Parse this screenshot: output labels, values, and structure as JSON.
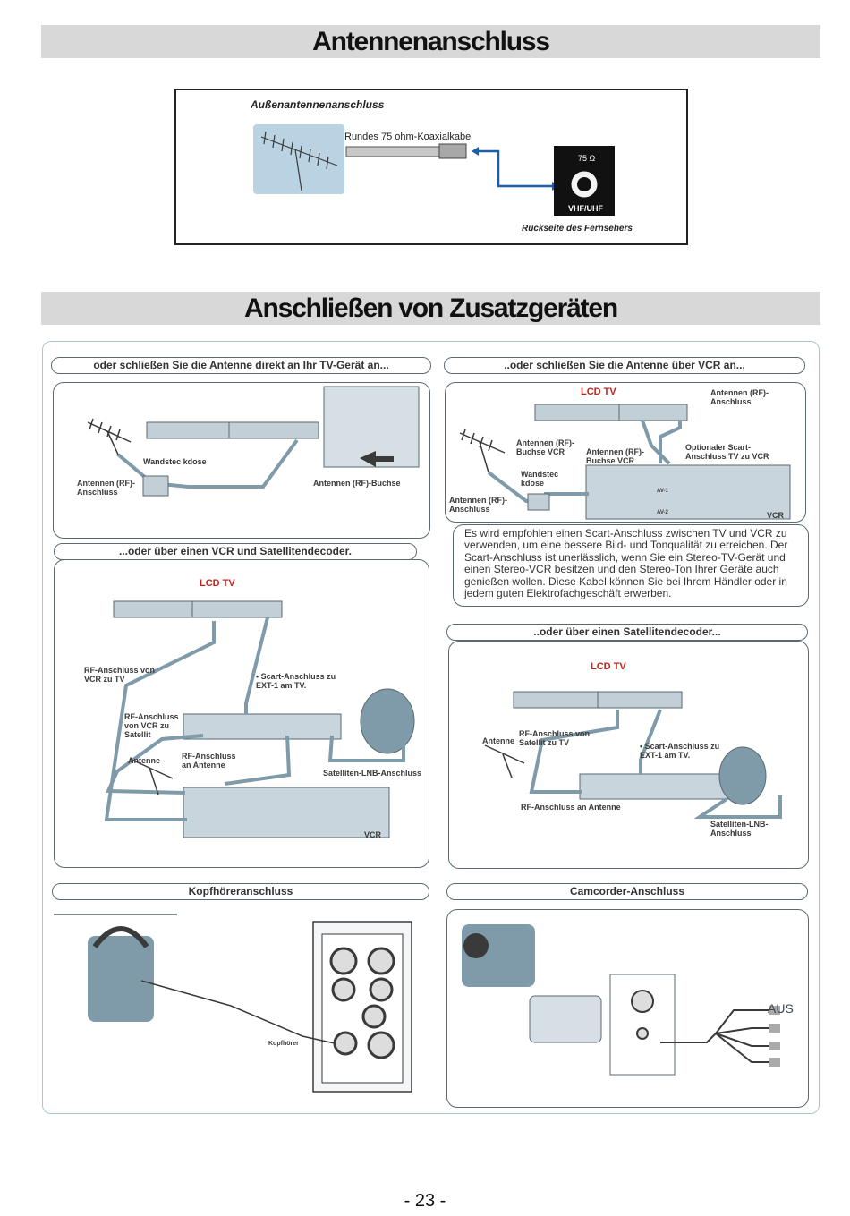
{
  "page": {
    "title_antenna": "Antennenanschluss",
    "title_devices": "Anschließen von Zusatzgeräten",
    "page_number": "- 23 -"
  },
  "antenna_box": {
    "heading": "Außenantennenanschluss",
    "cable_label": "Rundes 75 ohm-Koaxialkabel",
    "ohm_label": "75 Ω",
    "port_label": "VHF/UHF",
    "caption": "Rückseite des Fernsehers"
  },
  "direct": {
    "pill": "oder schließen Sie die Antenne direkt an Ihr TV-Gerät an...",
    "wall_socket": "Wandstec kdose",
    "rf_connection": "Antennen (RF)- Anschluss",
    "rf_jack": "Antennen (RF)-Buchse"
  },
  "via_vcr": {
    "pill": "..oder schließen Sie die Antenne über VCR an...",
    "lcd_tv": "LCD TV",
    "rf_connection_top": "Antennen (RF)- Anschluss",
    "rf_jack_vcr_left": "Antennen (RF)- Buchse VCR",
    "rf_jack_vcr_mid": "Antennen (RF)- Buchse VCR",
    "optional_scart": "Optionaler Scart- Anschluss TV zu VCR",
    "wall_socket": "Wandstec kdose",
    "rf_connection_bottom": "Antennen (RF)- Anschluss",
    "vcr": "VCR",
    "av1": "AV-1",
    "av2": "AV-2"
  },
  "info_text": "Es wird empfohlen einen Scart-Anschluss zwischen TV und VCR zu verwenden, um eine bessere Bild- und Tonqualität zu erreichen. Der Scart-Anschluss ist unerlässlich, wenn Sie ein Stereo-TV-Gerät und einen Stereo-VCR besitzen und den Stereo-Ton Ihrer Geräte auch genießen wollen. Diese Kabel können Sie bei Ihrem Händler oder in jedem guten Elektrofachgeschäft erwerben.",
  "vcr_sat": {
    "pill": "...oder über einen VCR und Satellitendecoder.",
    "lcd_tv": "LCD TV",
    "rf_vcr_tv": "RF-Anschluss von VCR zu TV",
    "scart_ext1": "• Scart-Anschluss zu EXT-1 am TV.",
    "rf_vcr_sat": "RF-Anschluss von VCR zu Satellit",
    "antenne": "Antenne",
    "rf_antenne": "RF-Anschluss an Antenne",
    "lnb": "Satelliten-LNB-Anschluss",
    "vcr": "VCR"
  },
  "sat": {
    "pill": "..oder über einen Satellitendecoder...",
    "lcd_tv": "LCD TV",
    "antenne": "Antenne",
    "rf_vcr_sat": "RF-Anschluss von Satellit zu TV",
    "scart_ext1": "• Scart-Anschluss zu EXT-1 am TV.",
    "rf_antenne": "RF-Anschluss an Antenne",
    "lnb": "Satelliten-LNB-Anschluss"
  },
  "headphones": {
    "pill": "Kopfhöreranschluss",
    "label": "Kopfhörer"
  },
  "camcorder": {
    "pill": "Camcorder-Anschluss",
    "out_label": "AUS"
  },
  "colors": {
    "banner_bg": "#d8d8d8",
    "panel_border": "#5a6a72",
    "cable": "#7f9aa8",
    "accent_red": "#c0241c",
    "accent_blue": "#1c5fa8"
  }
}
